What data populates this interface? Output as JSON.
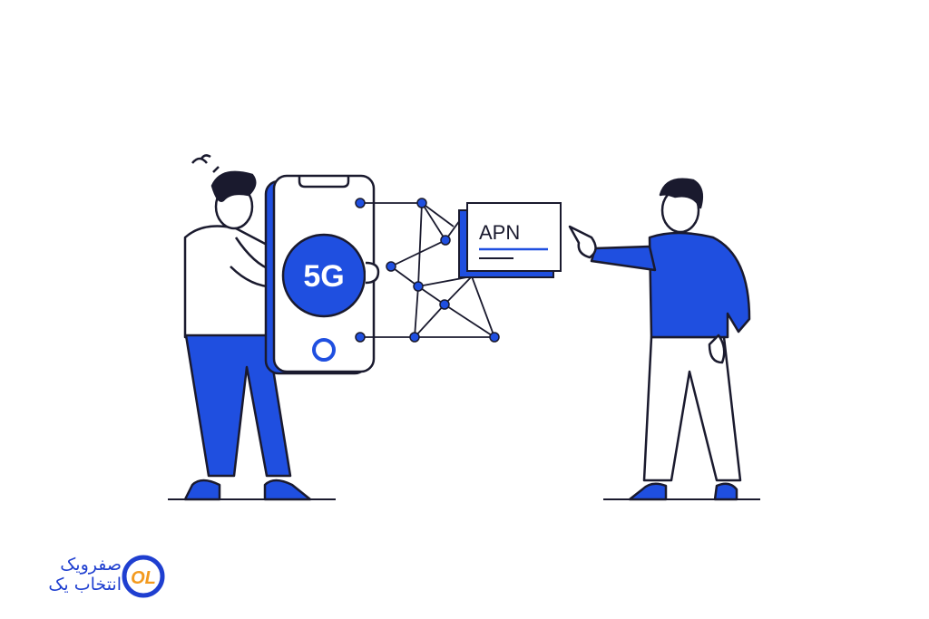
{
  "illustration": {
    "phone_label": "5G",
    "card_label": "APN",
    "colors": {
      "accent": "#1f4fe0",
      "outline": "#1a1a2e",
      "background": "#ffffff"
    }
  },
  "logo": {
    "line1": "صفرویک",
    "line2": "انتخاب یک",
    "mark": "OL"
  }
}
